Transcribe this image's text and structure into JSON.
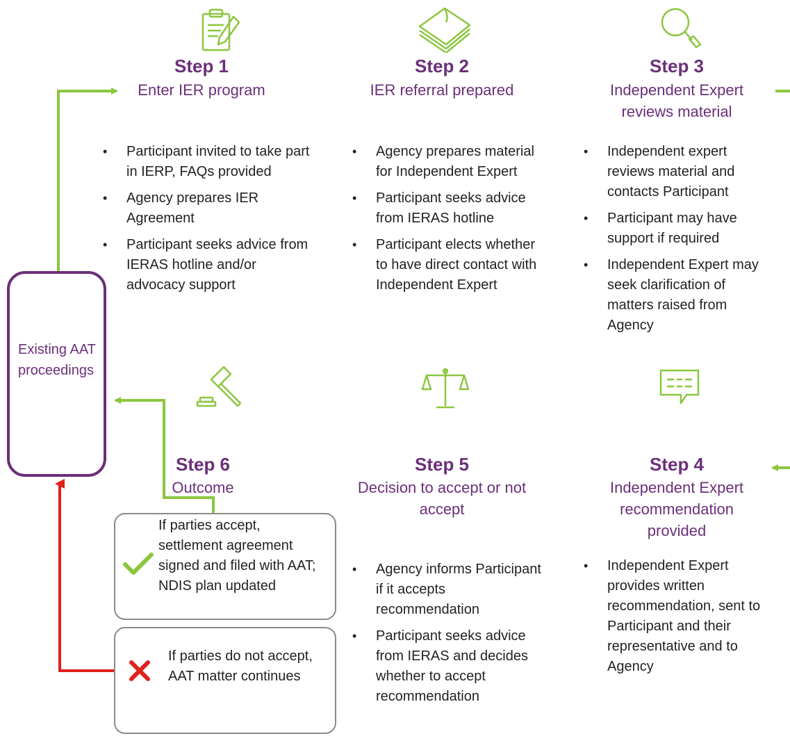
{
  "steps": [
    {
      "title": "Step 1",
      "subtitle": "Enter IER program",
      "bullets": [
        "Participant invited to take part in IERP, FAQs provided",
        "Agency prepares IER Agreement",
        "Participant seeks advice from IERAS hotline and/or advocacy support"
      ]
    },
    {
      "title": "Step 2",
      "subtitle": "IER referral prepared",
      "bullets": [
        "Agency prepares material for Independent Expert",
        "Participant seeks advice from IERAS hotline",
        "Participant elects whether to have direct contact with Independent Expert"
      ]
    },
    {
      "title": "Step 3",
      "subtitle": "Independent Expert reviews material",
      "bullets": [
        "Independent expert reviews material and contacts Participant",
        "Participant may have support if required",
        "Independent Expert may seek clarification of matters raised from Agency"
      ]
    },
    {
      "title": "Step 4",
      "subtitle": "Independent Expert recommendation provided",
      "bullets": [
        "Independent Expert provides written recommendation, sent to Participant and their representative and to Agency"
      ]
    },
    {
      "title": "Step 5",
      "subtitle": "Decision to accept or not accept",
      "bullets": [
        "Agency informs Participant if it accepts recommendation",
        "Participant seeks advice from IERAS and decides whether to accept recommendation"
      ]
    },
    {
      "title": "Step 6",
      "subtitle": "Outcome",
      "bullets": []
    }
  ],
  "outcomes": {
    "accept": "If parties accept, settlement agreement signed and filed with AAT; NDIS plan updated",
    "not_accept": "If parties do not accept, AAT matter continues"
  },
  "aat_box": {
    "label": "Existing AAT proceedings"
  },
  "icons": {
    "step1": "clipboard-icon",
    "step2": "papers-icon",
    "step3": "magnifier-icon",
    "step4": "speech-bubble-icon",
    "step5": "scales-icon",
    "step6": "gavel-icon",
    "accept": "check-icon",
    "not_accept": "cross-icon"
  },
  "colors": {
    "purple": "#6b2f7a",
    "green": "#8cc63f",
    "red": "#e0201b",
    "box_border": "#8a8a8a"
  }
}
